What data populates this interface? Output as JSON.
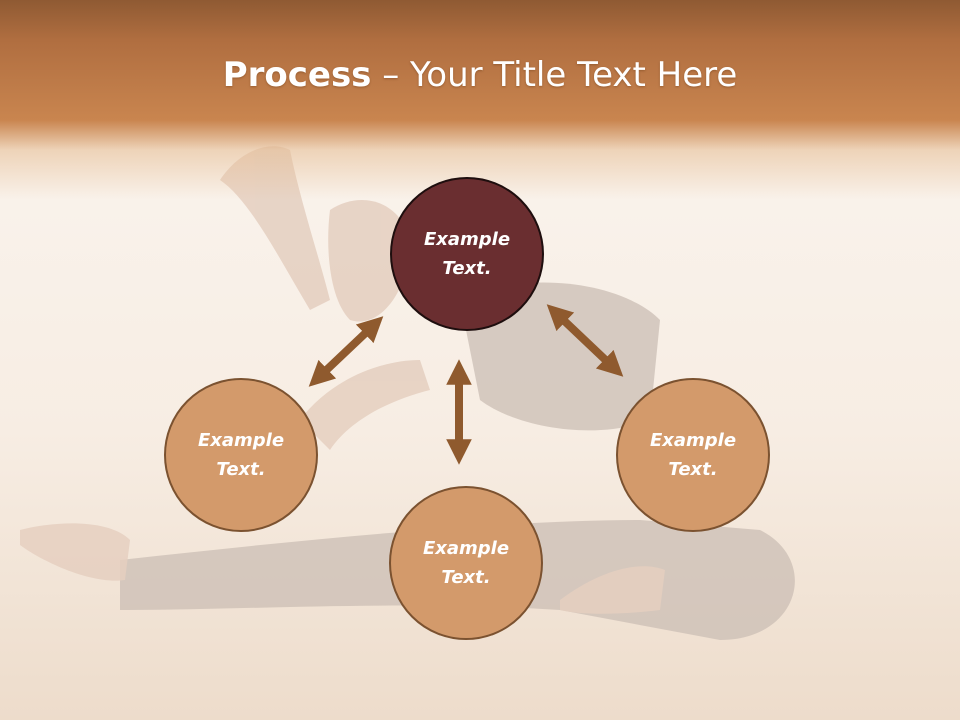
{
  "title": {
    "bold": "Process",
    "rest": " – Your Title Text Here"
  },
  "colors": {
    "header": "#b06e40",
    "center_node": "#6a2e30",
    "outer_node": "#d39a6b",
    "arrow": "#8f5a2e"
  },
  "nodes": {
    "top": {
      "line1": "Example",
      "line2": "Text."
    },
    "left": {
      "line1": "Example",
      "line2": "Text."
    },
    "right": {
      "line1": "Example",
      "line2": "Text."
    },
    "bottom": {
      "line1": "Example",
      "line2": "Text."
    }
  }
}
